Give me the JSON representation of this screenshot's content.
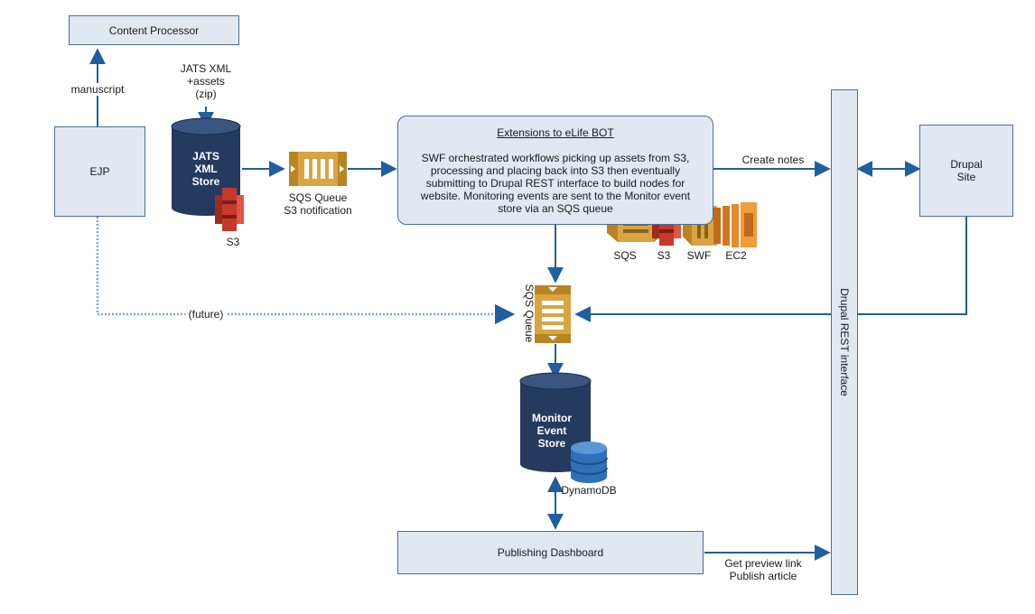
{
  "nodes": {
    "content_processor": "Content Processor",
    "ejp": "EJP",
    "jats_store": "JATS\nXML\nStore",
    "sqs_queue_top": "SQS Queue",
    "s3_notification": "S3 notification",
    "extensions_title": "Extensions to eLife BOT",
    "extensions_body": "SWF orchestrated workflows picking up assets from S3, processing and placing back into S3 then eventually submitting to Drupal REST interface to build nodes for website. Monitoring events are sent to the Monitor event store via an SQS queue",
    "drupal_site": "Drupal\nSite",
    "drupal_rest": "Drupal REST interface",
    "sqs_queue_mid": "SQS Queue",
    "monitor_store": "Monitor\nEvent\nStore",
    "publishing_dashboard": "Publishing Dashboard"
  },
  "labels": {
    "manuscript": "manuscript",
    "jats_line1": "JATS XML",
    "jats_line2": "+assets",
    "jats_line3": "(zip)",
    "s3": "S3",
    "create_notes": "Create notes",
    "future": "(future)",
    "dynamodb": "DynamoDB",
    "get_preview": "Get preview link",
    "publish_article": "Publish article"
  },
  "aws_icons": [
    "SQS",
    "S3",
    "SWF",
    "EC2"
  ],
  "colors": {
    "box_fill": "#e1e8f2",
    "box_border": "#4c6e94",
    "arrow": "#1f5fa0",
    "cylinder": "#243a5e",
    "sqs": "#d9a441",
    "s3": "#c7382e",
    "ec2": "#e98b2a",
    "dynamodb": "#2d72b8"
  }
}
